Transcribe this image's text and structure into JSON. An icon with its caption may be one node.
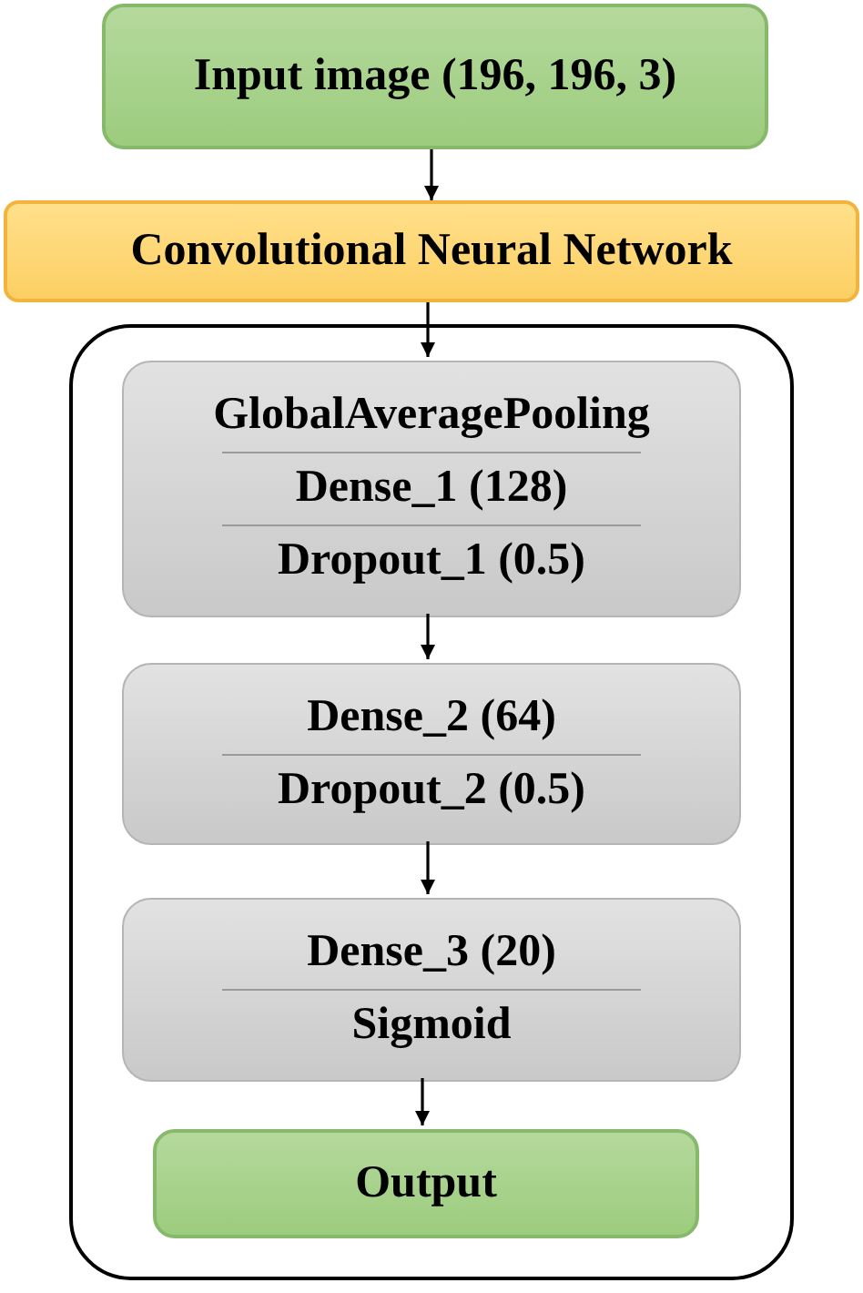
{
  "diagram": {
    "nodes": [
      {
        "text": [
          "Input image (196, 196, 3)"
        ]
      },
      {
        "text": [
          "Convolutional Neural Network"
        ]
      },
      {
        "text": [],
        "shape": "box"
      },
      {
        "text": [
          "GlobalAveragePooling",
          "Dense_1 (128)",
          "Dropout_1 (0.5)"
        ],
        "in": 2
      },
      {
        "text": [
          "Dense_2 (64)",
          "Dropout_2 (0.5)"
        ],
        "in": 2
      },
      {
        "text": [
          "Dense_3 (20)",
          "Sigmoid"
        ],
        "in": 2
      },
      {
        "text": [
          "Output"
        ],
        "in": 2
      }
    ],
    "edges": [
      {
        "from": 0,
        "to": 1,
        "arrow": "to"
      },
      {
        "from": 1,
        "to": 3,
        "arrow": "to"
      },
      {
        "from": 3,
        "to": 4,
        "arrow": "to"
      },
      {
        "from": 4,
        "to": 5,
        "arrow": "to"
      },
      {
        "from": 5,
        "to": 6,
        "arrow": "to"
      }
    ]
  }
}
